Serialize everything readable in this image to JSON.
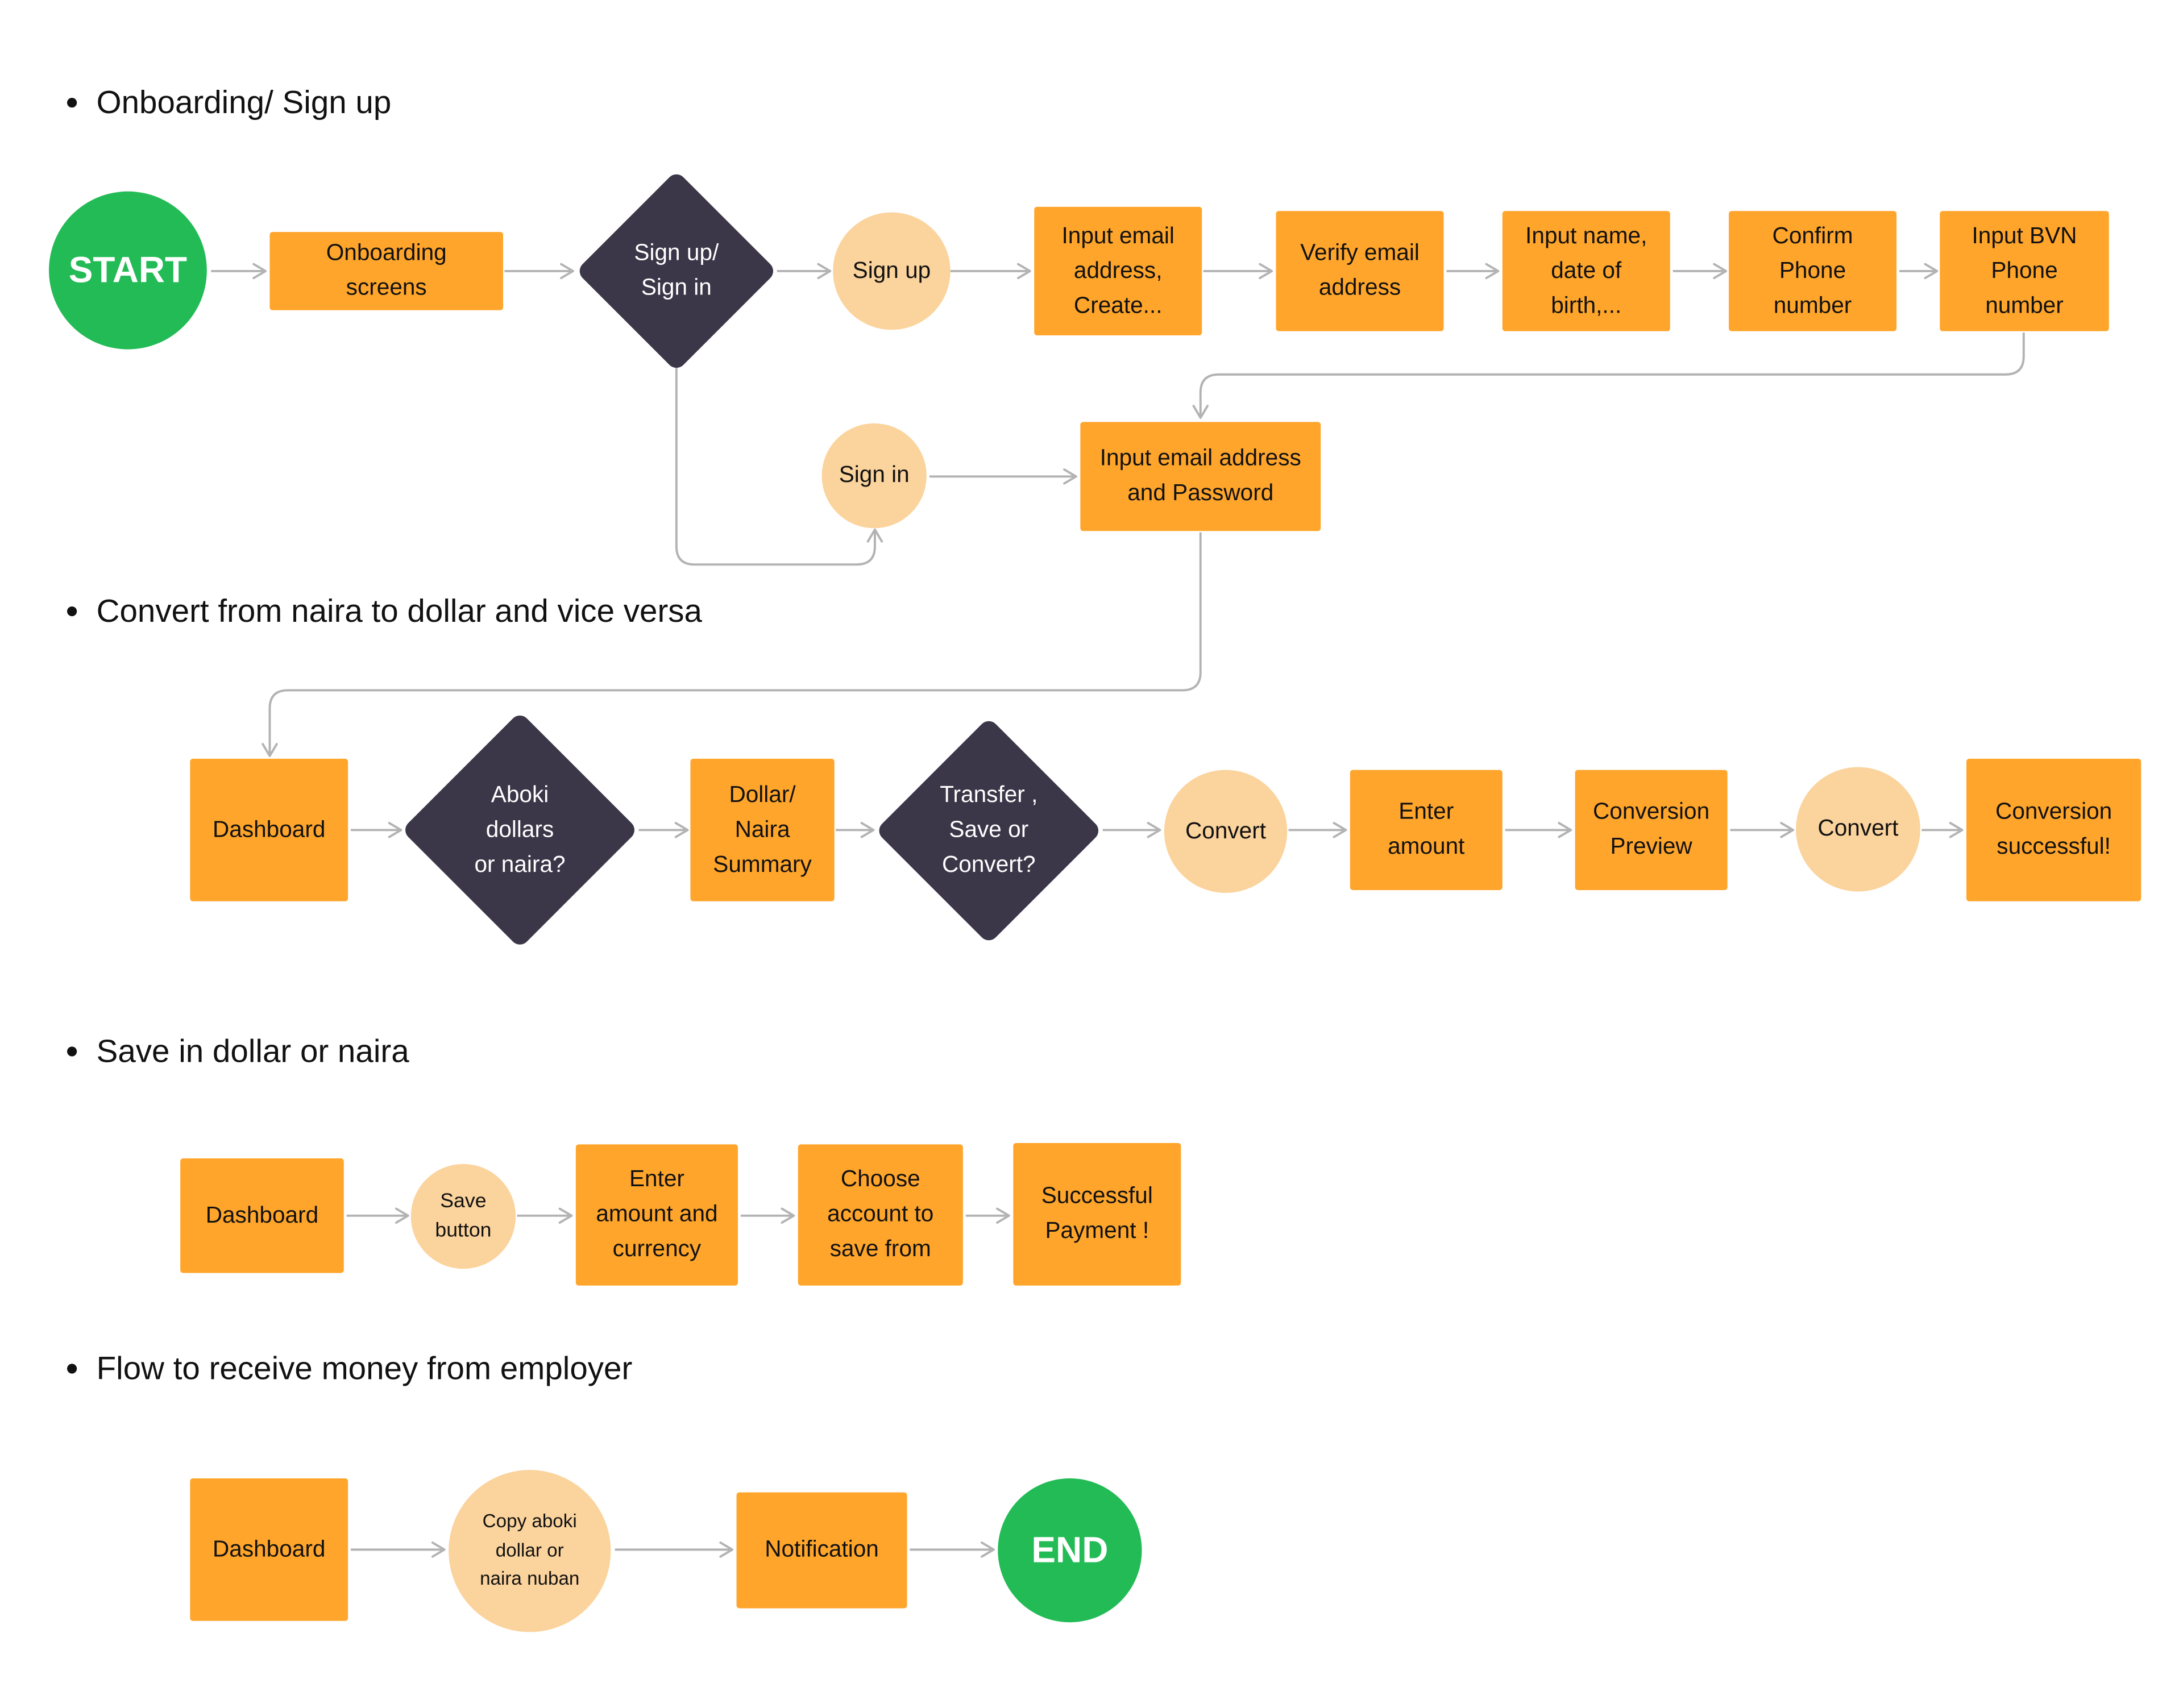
{
  "colors": {
    "process": "#ffa52b",
    "screen": "#fbd39c",
    "decision": "#3b3648",
    "terminal": "#22bb55",
    "connector": "#b3b3b3"
  },
  "sections": [
    {
      "title": "Onboarding/ Sign up"
    },
    {
      "title": "Convert from naira to dollar and vice versa"
    },
    {
      "title": "Save in dollar or naira"
    },
    {
      "title": "Flow to receive money from employer"
    }
  ],
  "nodes": {
    "start": "START",
    "onboarding_screens": "Onboarding\nscreens",
    "signup_signin_decision": "Sign up/\nSign in",
    "sign_up": "Sign up",
    "input_email_create": "Input email\naddress,\nCreate...",
    "verify_email": "Verify email\naddress",
    "input_name_dob": "Input name,\ndate of\nbirth,...",
    "confirm_phone": "Confirm\nPhone\nnumber",
    "input_bvn": "Input BVN\nPhone\nnumber",
    "sign_in": "Sign in",
    "input_email_password": "Input email address\nand Password",
    "dashboard_convert": "Dashboard",
    "aboki_decision": "Aboki\ndollars\nor naira?",
    "dollar_naira_summary": "Dollar/\nNaira\nSummary",
    "transfer_decision": "Transfer ,\nSave or\nConvert?",
    "convert_1": "Convert",
    "enter_amount": "Enter\namount",
    "conversion_preview": "Conversion\nPreview",
    "convert_2": "Convert",
    "conversion_successful": "Conversion\nsuccessful!",
    "dashboard_save": "Dashboard",
    "save_button": "Save\nbutton",
    "enter_amount_currency": "Enter\namount and\ncurrency",
    "choose_account": "Choose\naccount to\nsave from",
    "successful_payment": "Successful\nPayment !",
    "dashboard_receive": "Dashboard",
    "copy_nuban": "Copy aboki\ndollar or\nnaira nuban",
    "notification": "Notification",
    "end": "END"
  }
}
